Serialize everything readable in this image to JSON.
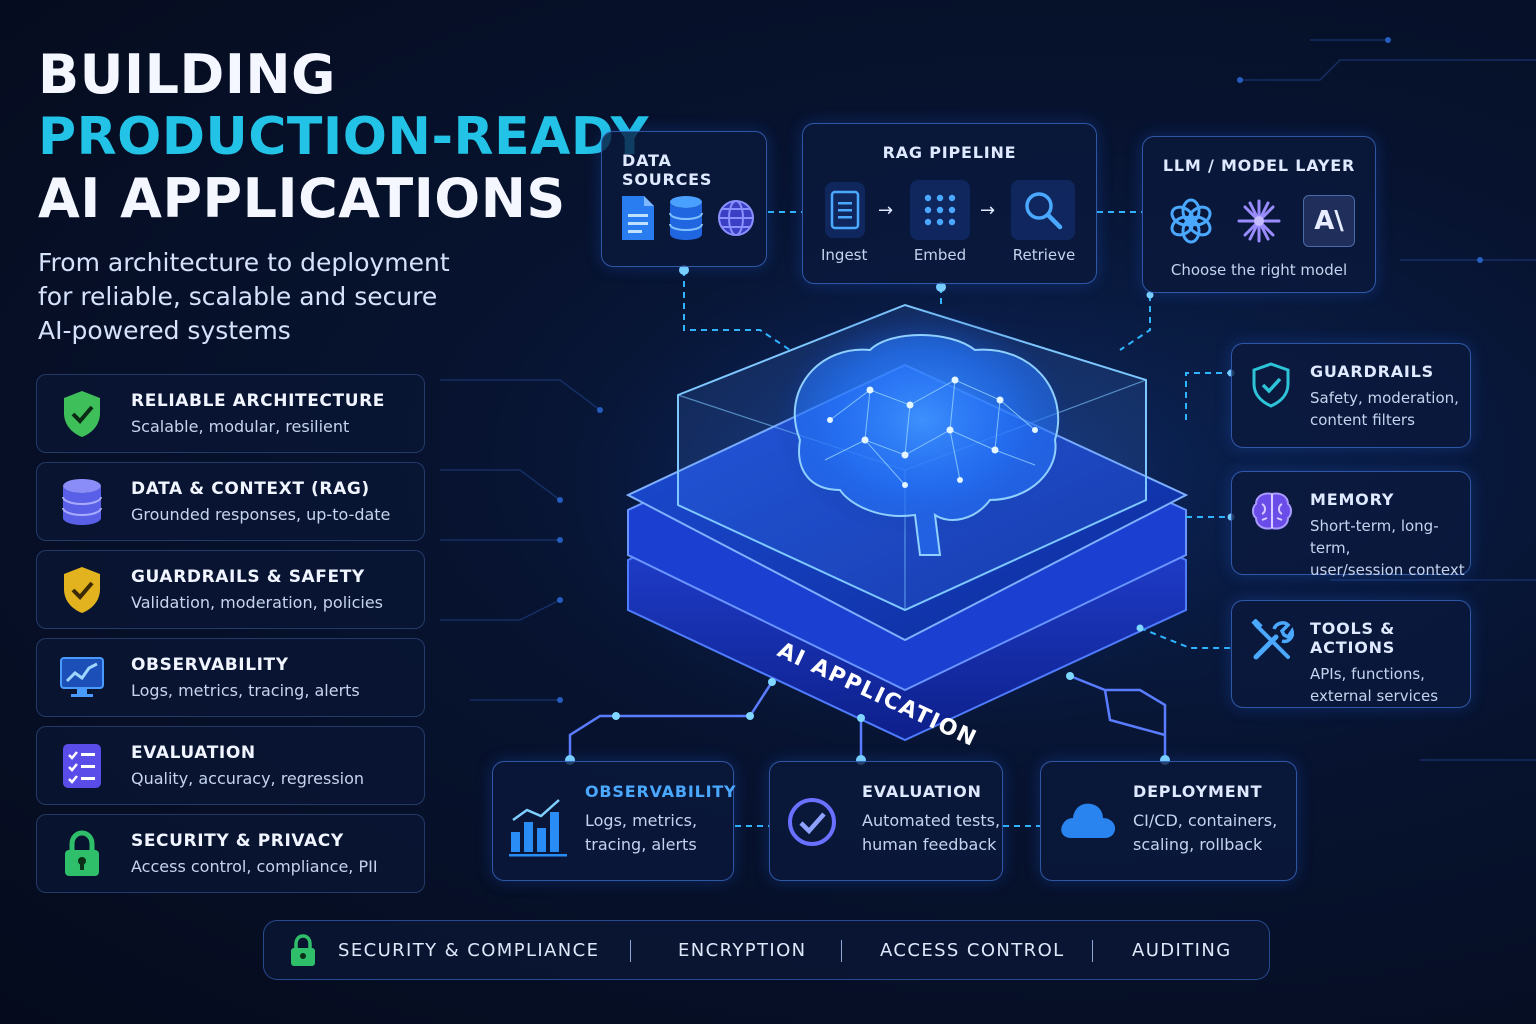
{
  "title": {
    "line1": "BUILDING",
    "line2": "PRODUCTION-READY",
    "line3": "AI APPLICATIONS"
  },
  "subtitle": {
    "line1": "From architecture to deployment",
    "line2": "for reliable, scalable and secure",
    "line3": "AI-powered systems"
  },
  "features": [
    {
      "title": "RELIABLE ARCHITECTURE",
      "subtitle": "Scalable, modular, resilient",
      "icon": "shield-check-icon",
      "color": "#3fbf5a"
    },
    {
      "title": "DATA & CONTEXT (RAG)",
      "subtitle": "Grounded responses, up-to-date",
      "icon": "database-icon",
      "color": "#6a6df0"
    },
    {
      "title": "GUARDRAILS & SAFETY",
      "subtitle": "Validation, moderation, policies",
      "icon": "shield-check-icon",
      "color": "#e2b21f"
    },
    {
      "title": "OBSERVABILITY",
      "subtitle": "Logs, metrics, tracing, alerts",
      "icon": "monitor-chart-icon",
      "color": "#2a7df0"
    },
    {
      "title": "EVALUATION",
      "subtitle": "Quality, accuracy, regression",
      "icon": "checklist-icon",
      "color": "#6b5cf0"
    },
    {
      "title": "SECURITY & PRIVACY",
      "subtitle": "Access control, compliance, PII",
      "icon": "lock-icon",
      "color": "#2fbf6a"
    }
  ],
  "data_sources": {
    "title": "DATA SOURCES",
    "icons": [
      "document-icon",
      "database-icon",
      "globe-icon"
    ]
  },
  "rag_pipeline": {
    "title": "RAG PIPELINE",
    "steps": [
      {
        "label": "Ingest",
        "icon": "document-icon"
      },
      {
        "label": "Embed",
        "icon": "grid-dots-icon"
      },
      {
        "label": "Retrieve",
        "icon": "search-icon"
      }
    ]
  },
  "llm_layer": {
    "title": "LLM / MODEL LAYER",
    "subtitle": "Choose the right model",
    "icons": [
      "openai-logo-icon",
      "spark-icon",
      "anthropic-logo-icon"
    ],
    "anthropic_mark": "A\\"
  },
  "center": {
    "label": "AI APPLICATION"
  },
  "right_cards": [
    {
      "title": "GUARDRAILS",
      "line1": "Safety, moderation,",
      "line2": "content filters",
      "icon": "shield-check-icon"
    },
    {
      "title": "MEMORY",
      "line1": "Short-term, long-term,",
      "line2": "user/session context",
      "icon": "brain-icon"
    },
    {
      "title": "TOOLS & ACTIONS",
      "line1": "APIs, functions,",
      "line2": "external services",
      "icon": "tools-icon"
    }
  ],
  "bottom_cards": [
    {
      "title": "OBSERVABILITY",
      "line1": "Logs, metrics,",
      "line2": "tracing, alerts",
      "icon": "bar-chart-icon"
    },
    {
      "title": "EVALUATION",
      "line1": "Automated tests,",
      "line2": "human feedback",
      "icon": "check-circle-icon"
    },
    {
      "title": "DEPLOYMENT",
      "line1": "CI/CD, containers,",
      "line2": "scaling, rollback",
      "icon": "cloud-icon"
    }
  ],
  "security_bar": {
    "items": [
      "SECURITY & COMPLIANCE",
      "ENCRYPTION",
      "ACCESS CONTROL",
      "AUDITING"
    ],
    "icon": "lock-icon"
  },
  "colors": {
    "accent": "#22c3e6",
    "card_border": "#508cff",
    "background": "#071330"
  }
}
